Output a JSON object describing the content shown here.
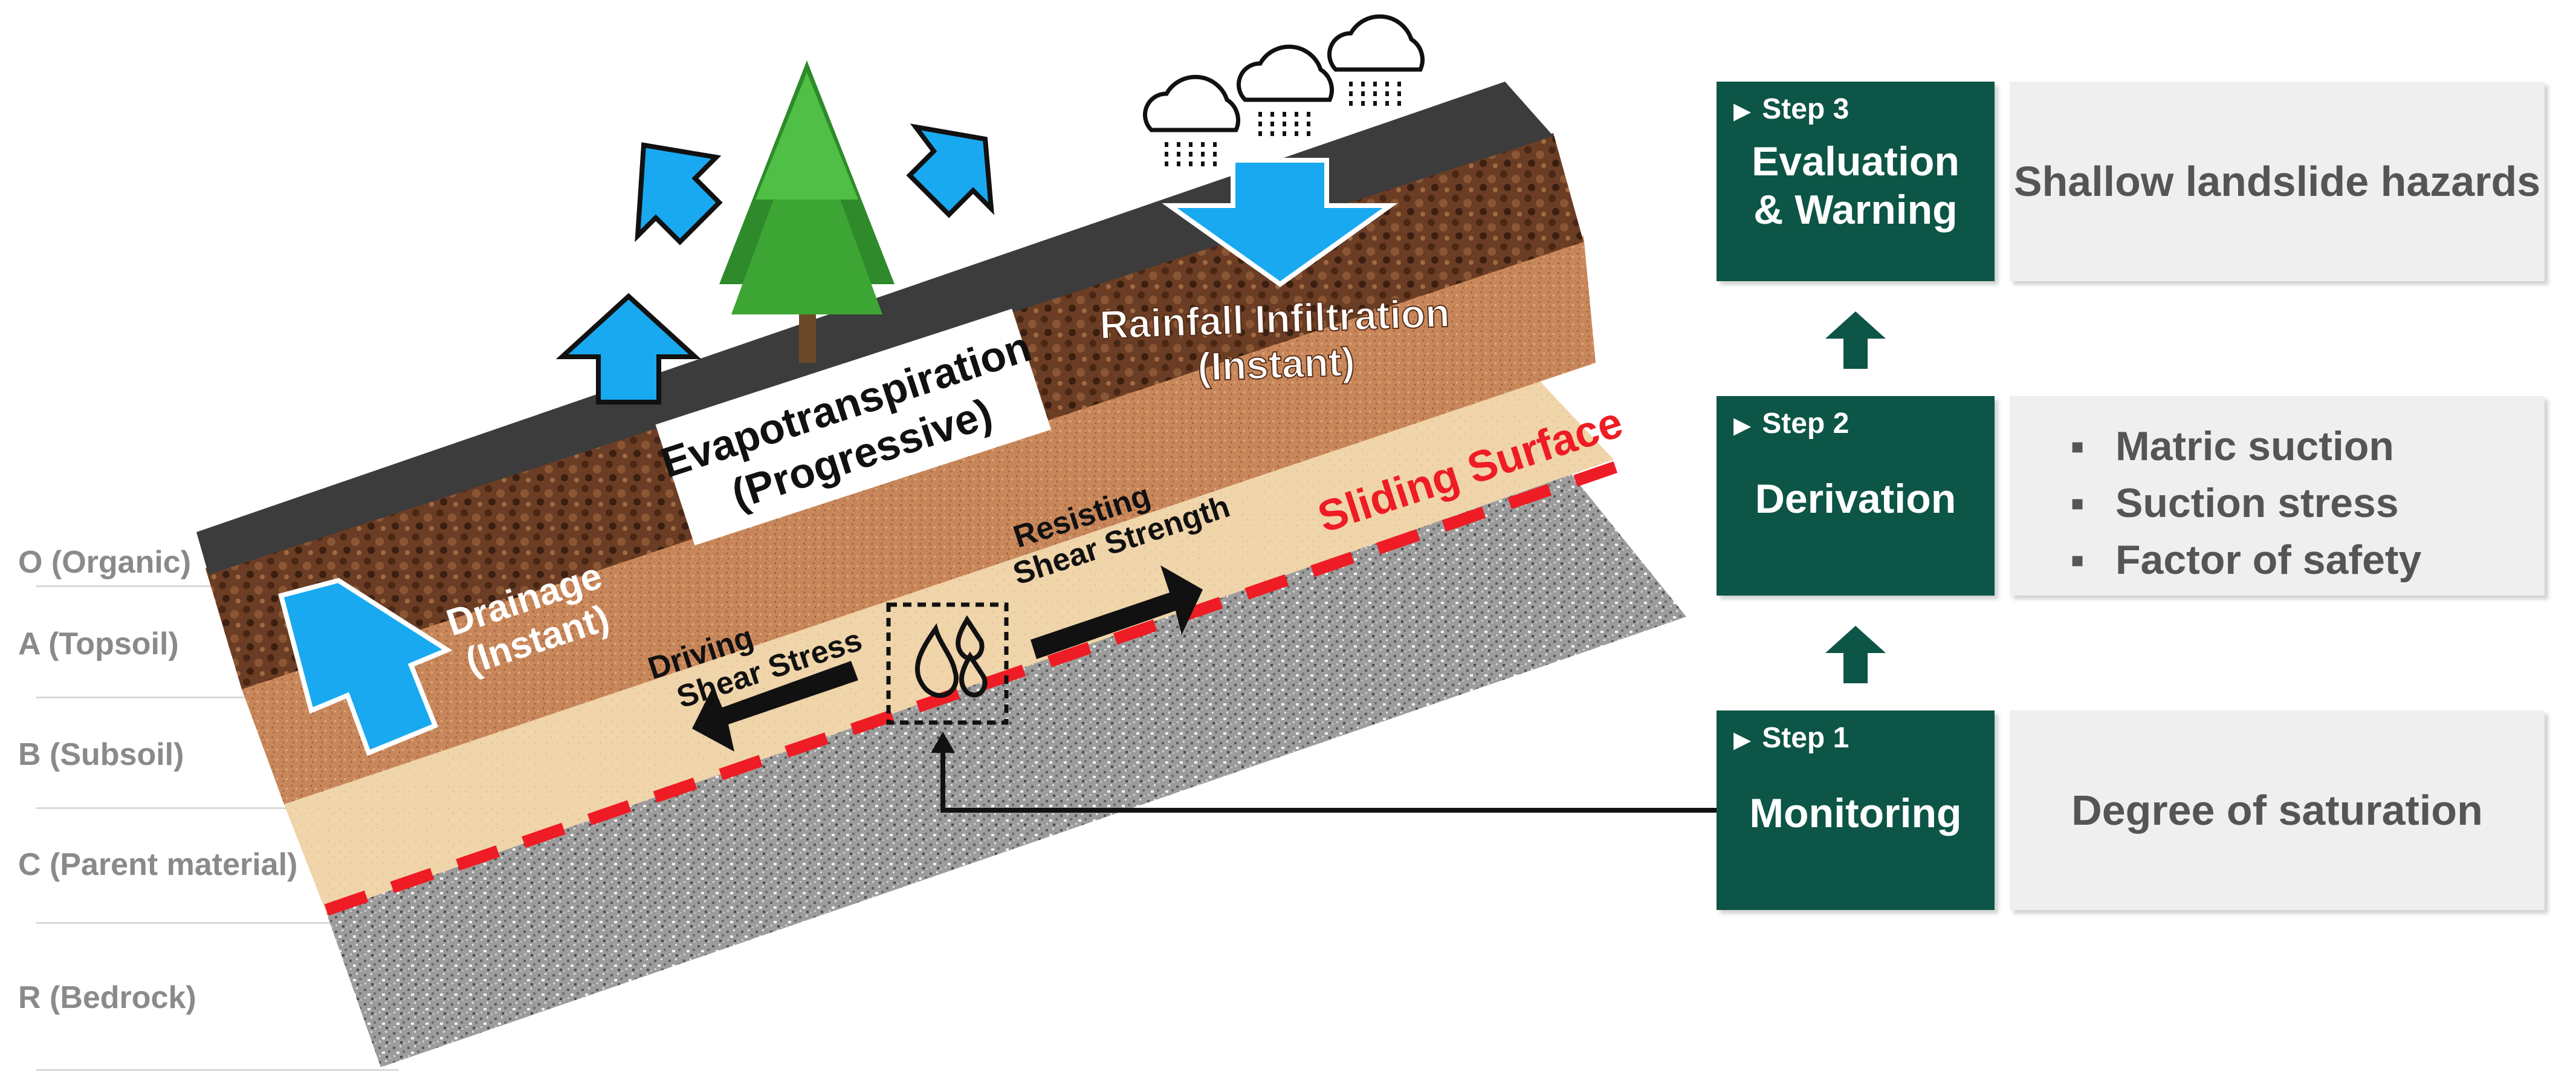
{
  "layers": [
    "O (Organic)",
    "A (Topsoil)",
    "B (Subsoil)",
    "C (Parent material)",
    "R (Bedrock)"
  ],
  "slope": {
    "evapotranspiration": [
      "Evapotranspiration",
      "(Progressive)"
    ],
    "rainfall": [
      "Rainfall Infiltration",
      "(Instant)"
    ],
    "drainage": [
      "Drainage",
      "(Instant)"
    ],
    "sliding_surface": "Sliding Surface",
    "resisting": [
      "Resisting",
      "Shear Strength"
    ],
    "driving": [
      "Driving",
      "Shear Stress"
    ]
  },
  "steps": [
    {
      "label": "Step 3",
      "title": [
        "Evaluation",
        "& Warning"
      ],
      "desc": "Shallow landslide hazards"
    },
    {
      "label": "Step 2",
      "title": [
        "Derivation"
      ],
      "bullets": [
        "Matric suction",
        "Suction stress",
        "Factor of safety"
      ]
    },
    {
      "label": "Step 1",
      "title": [
        "Monitoring"
      ],
      "desc": "Degree of saturation"
    }
  ],
  "colors": {
    "step_green": "#0d5546",
    "desc_gray": "#efefef",
    "water_blue": "#19a9f0",
    "sliding_red": "#ee1c24"
  }
}
